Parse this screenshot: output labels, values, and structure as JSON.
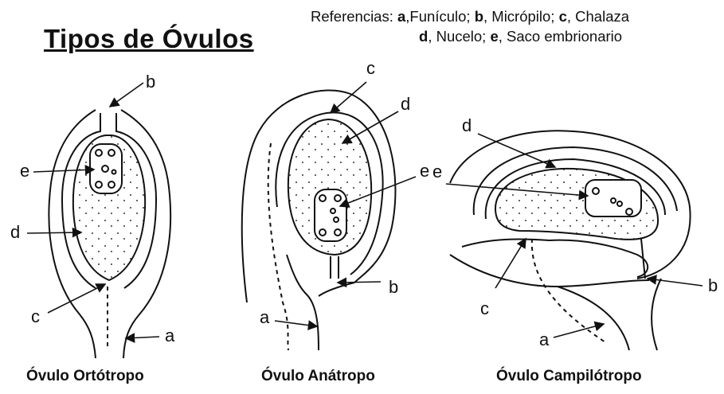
{
  "title": "Tipos de Óvulos",
  "references": {
    "line1": [
      {
        "key": "Referencias: ",
        "bold": false
      },
      {
        "key": "a",
        "bold": true
      },
      {
        "key": ",Funículo; ",
        "bold": false
      },
      {
        "key": "b",
        "bold": true
      },
      {
        "key": ", Micrópilo; ",
        "bold": false
      },
      {
        "key": "c",
        "bold": true
      },
      {
        "key": ", Chalaza",
        "bold": false
      }
    ],
    "line2": [
      {
        "key": "d",
        "bold": true
      },
      {
        "key": ", Nucelo; ",
        "bold": false
      },
      {
        "key": "e",
        "bold": true
      },
      {
        "key": ", Saco embrionario",
        "bold": false
      }
    ]
  },
  "ovules": [
    {
      "caption": "Óvulo Ortótropo",
      "labels": {
        "a": "a",
        "b": "b",
        "c": "c",
        "d": "d",
        "e": "e"
      }
    },
    {
      "caption": "Óvulo Anátropo",
      "labels": {
        "a": "a",
        "b": "b",
        "c": "c",
        "d": "d",
        "e": "e"
      }
    },
    {
      "caption": "Óvulo Campilótropo",
      "labels": {
        "a": "a",
        "b": "b",
        "c": "c",
        "d": "d",
        "e": "e"
      }
    }
  ]
}
